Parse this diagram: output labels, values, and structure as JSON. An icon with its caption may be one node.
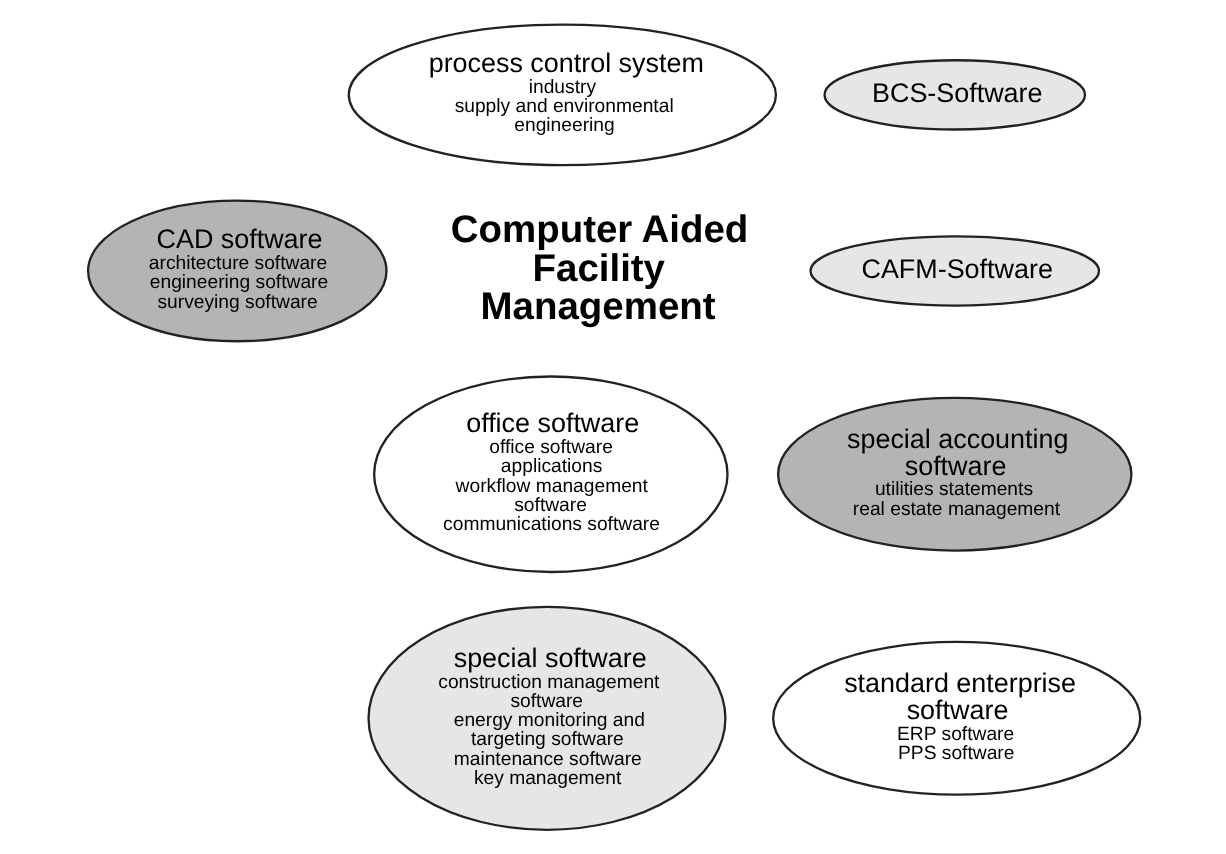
{
  "diagram": {
    "nodes": [
      {
        "text": [
          "process control system",
          "industry",
          "supply and environmental engineering"
        ]
      },
      {
        "text": [
          "BCS-Software"
        ]
      },
      {
        "text": [
          "CAD software",
          "architecture software",
          "engineering software",
          "surveying software"
        ]
      },
      {
        "text": [
          "CAFM-Software"
        ]
      },
      {
        "text": [
          "office software",
          "office software applications",
          "workflow management software",
          "communications software"
        ]
      },
      {
        "text": [
          "special accounting software",
          "utilities statements",
          "real estate management"
        ]
      },
      {
        "text": [
          "special software",
          "construction management software",
          "energy monitoring and targeting software",
          "maintenance software",
          "key management"
        ]
      },
      {
        "text": [
          "standard enterprise software",
          "ERP software",
          "PPS software"
        ]
      }
    ],
    "labels": [
      "Computer Aided Facility Management"
    ]
  }
}
